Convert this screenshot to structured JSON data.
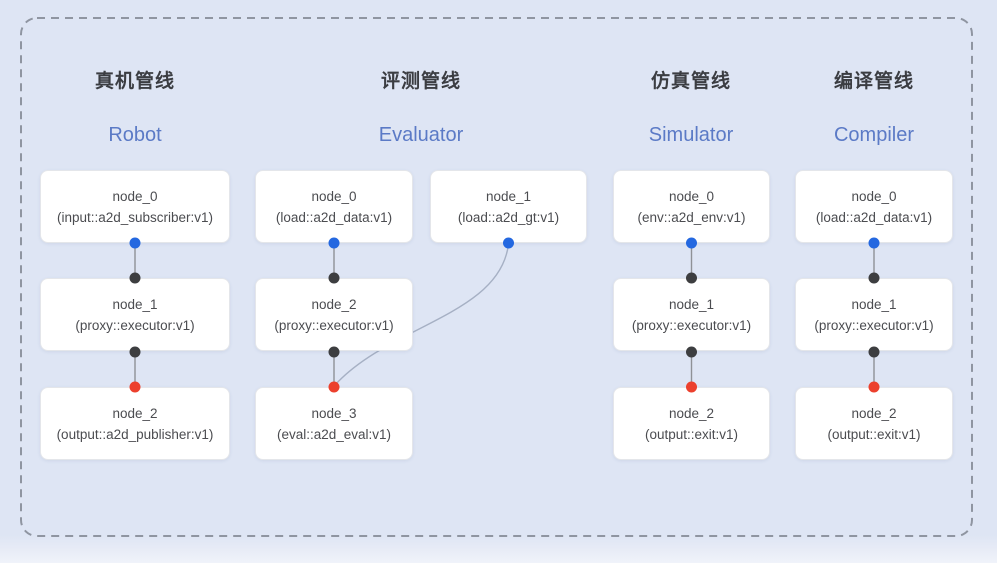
{
  "columns": [
    {
      "title_zh": "真机管线",
      "title_en": "Robot",
      "nodes": [
        {
          "name": "node_0",
          "impl": "(input::a2d_subscriber:v1)"
        },
        {
          "name": "node_1",
          "impl": "(proxy::executor:v1)"
        },
        {
          "name": "node_2",
          "impl": "(output::a2d_publisher:v1)"
        }
      ]
    },
    {
      "title_zh": "评测管线",
      "title_en": "Evaluator",
      "nodes": [
        {
          "name": "node_0",
          "impl": "(load::a2d_data:v1)"
        },
        {
          "name": "node_1",
          "impl": "(load::a2d_gt:v1)"
        },
        {
          "name": "node_2",
          "impl": "(proxy::executor:v1)"
        },
        {
          "name": "node_3",
          "impl": "(eval::a2d_eval:v1)"
        }
      ]
    },
    {
      "title_zh": "仿真管线",
      "title_en": "Simulator",
      "nodes": [
        {
          "name": "node_0",
          "impl": "(env::a2d_env:v1)"
        },
        {
          "name": "node_1",
          "impl": "(proxy::executor:v1)"
        },
        {
          "name": "node_2",
          "impl": "(output::exit:v1)"
        }
      ]
    },
    {
      "title_zh": "编译管线",
      "title_en": "Compiler",
      "nodes": [
        {
          "name": "node_0",
          "impl": "(load::a2d_data:v1)"
        },
        {
          "name": "node_1",
          "impl": "(proxy::executor:v1)"
        },
        {
          "name": "node_2",
          "impl": "(output::exit:v1)"
        }
      ]
    }
  ],
  "colors": {
    "bg": "#dee5f4",
    "frame": "#8f95a1",
    "card_border": "#e4e6ea",
    "node_text": "#4b4c50",
    "title_zh": "#3b3d42",
    "title_accent": "#5b7ac6",
    "port_source": "#2468e0",
    "port_input": "#3d3e40",
    "port_sink": "#ec402d",
    "edge": "#8f9196",
    "edge_curve": "#a6b0c4"
  }
}
